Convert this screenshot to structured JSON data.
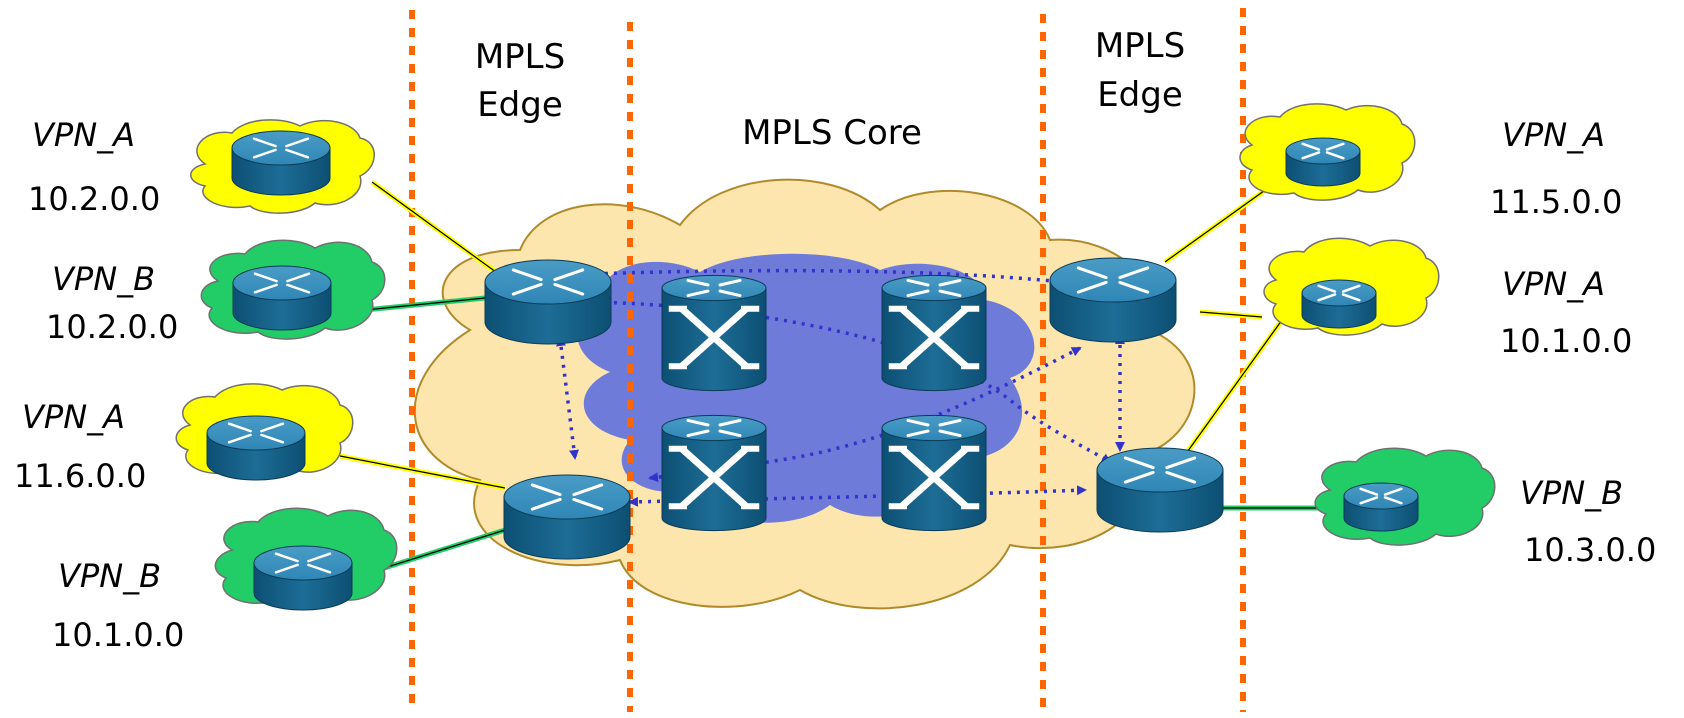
{
  "labels": {
    "edge_left_line1": "MPLS",
    "edge_left_line2": "Edge",
    "edge_right_line1": "MPLS",
    "edge_right_line2": "Edge",
    "core": "MPLS Core"
  },
  "sites": [
    {
      "vpn": "VPN_A",
      "network": "10.2.0.0",
      "color": "#ffff00"
    },
    {
      "vpn": "VPN_B",
      "network": "10.2.0.0",
      "color": "#22cc66"
    },
    {
      "vpn": "VPN_A",
      "network": "11.6.0.0",
      "color": "#ffff00"
    },
    {
      "vpn": "VPN_B",
      "network": "10.1.0.0",
      "color": "#22cc66"
    },
    {
      "vpn": "VPN_A",
      "network": "11.5.0.0",
      "color": "#ffff00"
    },
    {
      "vpn": "VPN_A",
      "network": "10.1.0.0",
      "color": "#ffff00"
    },
    {
      "vpn": "VPN_B",
      "network": "10.3.0.0",
      "color": "#22cc66"
    }
  ],
  "colors": {
    "zone_divider": "#ff6600",
    "core_outer_cloud": "#fde6ad",
    "core_inner_cloud": "#6f7bd8",
    "lsp_path": "#3333cc",
    "router_body": "#1d6d96",
    "vpn_a_link": "#ffff00",
    "vpn_b_link": "#22cc66"
  },
  "icons": {
    "pe_router": "router-icon",
    "ce_router": "router-icon",
    "p_router": "label-switch-router-icon"
  }
}
